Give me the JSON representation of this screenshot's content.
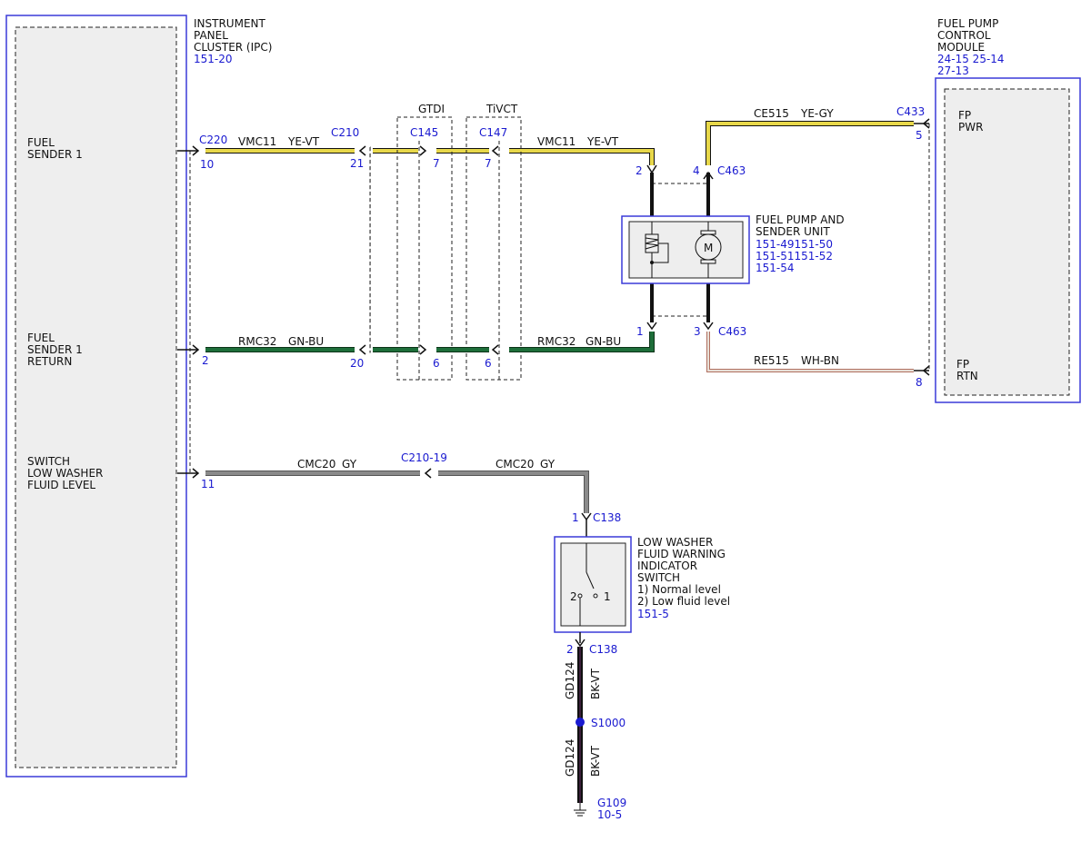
{
  "colors": {
    "frame_blue": "#3a3ad8",
    "label_blue": "#1a1ad0",
    "panel_gray": "#eeeeee",
    "wire_yellow": "#e8d84a",
    "wire_green": "#1e6e3a",
    "wire_gray": "#8a8a8a",
    "wire_white_brown": "#c8a8a0",
    "wire_black": "#111111"
  },
  "ipc": {
    "title_lines": [
      "INSTRUMENT",
      "PANEL",
      "CLUSTER (IPC)"
    ],
    "ref": "151-20",
    "pins": [
      {
        "label_lines": [
          "FUEL",
          "SENDER 1"
        ],
        "connector": "C220",
        "pin": "10"
      },
      {
        "label_lines": [
          "FUEL",
          "SENDER 1",
          "RETURN"
        ],
        "pin": "2"
      },
      {
        "label_lines": [
          "SWITCH",
          "LOW WASHER",
          "FLUID LEVEL"
        ],
        "pin": "11"
      }
    ]
  },
  "fpcm": {
    "title_lines": [
      "FUEL PUMP",
      "CONTROL",
      "MODULE"
    ],
    "refs": [
      "24-15 25-14",
      "27-13"
    ],
    "pins": [
      {
        "label_lines": [
          "FP",
          "PWR"
        ],
        "connector": "C433",
        "pin": "5"
      },
      {
        "label_lines": [
          "FP",
          "RTN"
        ],
        "pin": "8"
      }
    ]
  },
  "inline_connectors": [
    {
      "name": "GTDI",
      "connector": "C145",
      "pins": [
        "7",
        "6"
      ]
    },
    {
      "name": "TiVCT",
      "connector": "C147",
      "pins": [
        "7",
        "6"
      ]
    }
  ],
  "c210": {
    "connector": "C210",
    "pins": [
      "21",
      "20"
    ],
    "pin_label_combined": "C210-19"
  },
  "wires": {
    "vmc11_left": {
      "circuit": "VMC11",
      "color": "YE-VT"
    },
    "vmc11_right": {
      "circuit": "VMC11",
      "color": "YE-VT"
    },
    "rmc32_left": {
      "circuit": "RMC32",
      "color": "GN-BU"
    },
    "rmc32_right": {
      "circuit": "RMC32",
      "color": "GN-BU"
    },
    "ce515": {
      "circuit": "CE515",
      "color": "YE-GY"
    },
    "re515": {
      "circuit": "RE515",
      "color": "WH-BN"
    },
    "cmc20_left": {
      "circuit": "CMC20",
      "color": "GY"
    },
    "cmc20_right": {
      "circuit": "CMC20",
      "color": "GY"
    },
    "gd124_upper": {
      "circuit": "GD124",
      "color": "BK-VT"
    },
    "gd124_lower": {
      "circuit": "GD124",
      "color": "BK-VT"
    }
  },
  "fuel_pump": {
    "title_lines": [
      "FUEL PUMP AND",
      "SENDER UNIT"
    ],
    "refs": [
      "151-49151-50",
      "151-51151-52",
      "151-54"
    ],
    "connector": "C463",
    "pins": [
      "2",
      "4",
      "1",
      "3"
    ],
    "motor_symbol": "M"
  },
  "washer_switch": {
    "title_lines": [
      "LOW WASHER",
      "FLUID WARNING",
      "INDICATOR",
      "SWITCH",
      "1) Normal level",
      "2) Low fluid level"
    ],
    "ref": "151-5",
    "connector": "C138",
    "pins": [
      "1",
      "2"
    ],
    "contact_labels": [
      "2",
      "1"
    ]
  },
  "splice": {
    "name": "S1000"
  },
  "ground": {
    "name": "G109",
    "ref": "10-5"
  }
}
